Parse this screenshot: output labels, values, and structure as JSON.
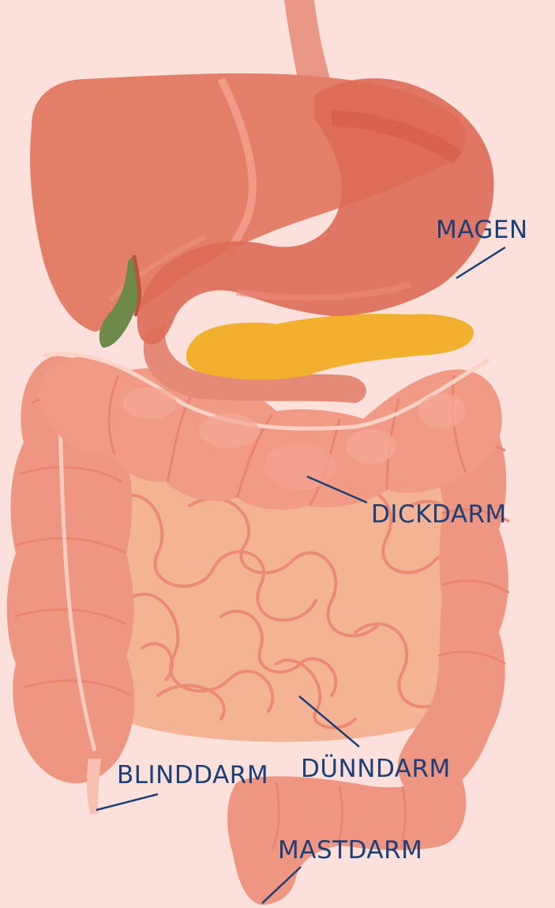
{
  "colors": {
    "background": "#fbe0db",
    "label_text": "#1c3f78",
    "leader_line": "#1c3f78",
    "liver": "#e37e68",
    "stomach": "#d86450",
    "esophagus": "#e89483",
    "gallbladder": "#6e8a4a",
    "pancreas": "#f2b02e",
    "colon": "#ef9682",
    "small_intestine": "#f4b293",
    "small_intestine_lines": "#eb8b72"
  },
  "labels": {
    "magen": "MAGEN",
    "dickdarm": "DICKDARM",
    "duenndarm": "DÜNNDARM",
    "blinddarm": "BLINDDARM",
    "mastdarm": "MASTDARM"
  }
}
